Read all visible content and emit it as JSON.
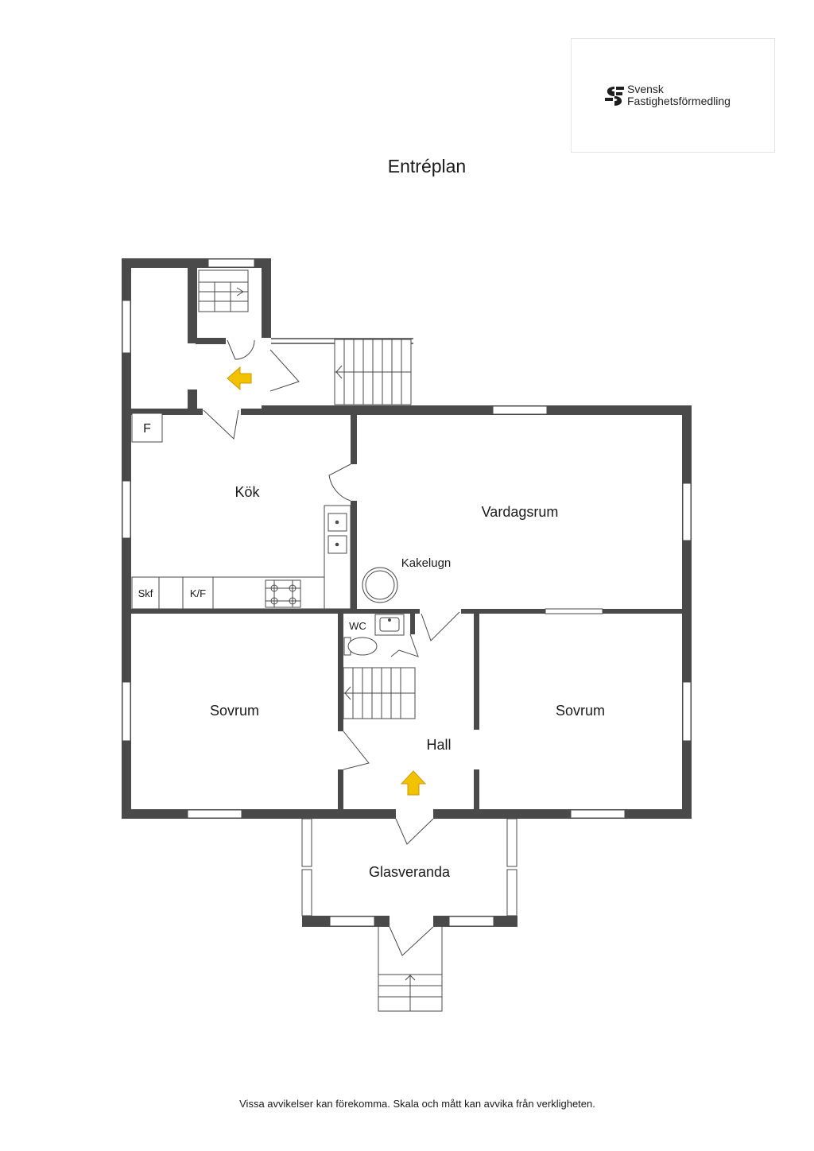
{
  "brand": {
    "line1": "Svensk",
    "line2": "Fastighetsförmedling"
  },
  "title": "Entréplan",
  "rooms": {
    "kok": "Kök",
    "vardagsrum": "Vardagsrum",
    "kakelugn": "Kakelugn",
    "sovrum_left": "Sovrum",
    "sovrum_right": "Sovrum",
    "hall": "Hall",
    "wc": "WC",
    "glasveranda": "Glasveranda"
  },
  "fixtures": {
    "freezer": "F",
    "cabinet": "Skf",
    "fridge": "K/F"
  },
  "disclaimer": "Vissa avvikelser kan förekomma. Skala och mått kan avvika från verkligheten.",
  "colors": {
    "wall": "#4a4a4a",
    "arrow": "#f2c200",
    "arrow_stroke": "#c89c00"
  }
}
